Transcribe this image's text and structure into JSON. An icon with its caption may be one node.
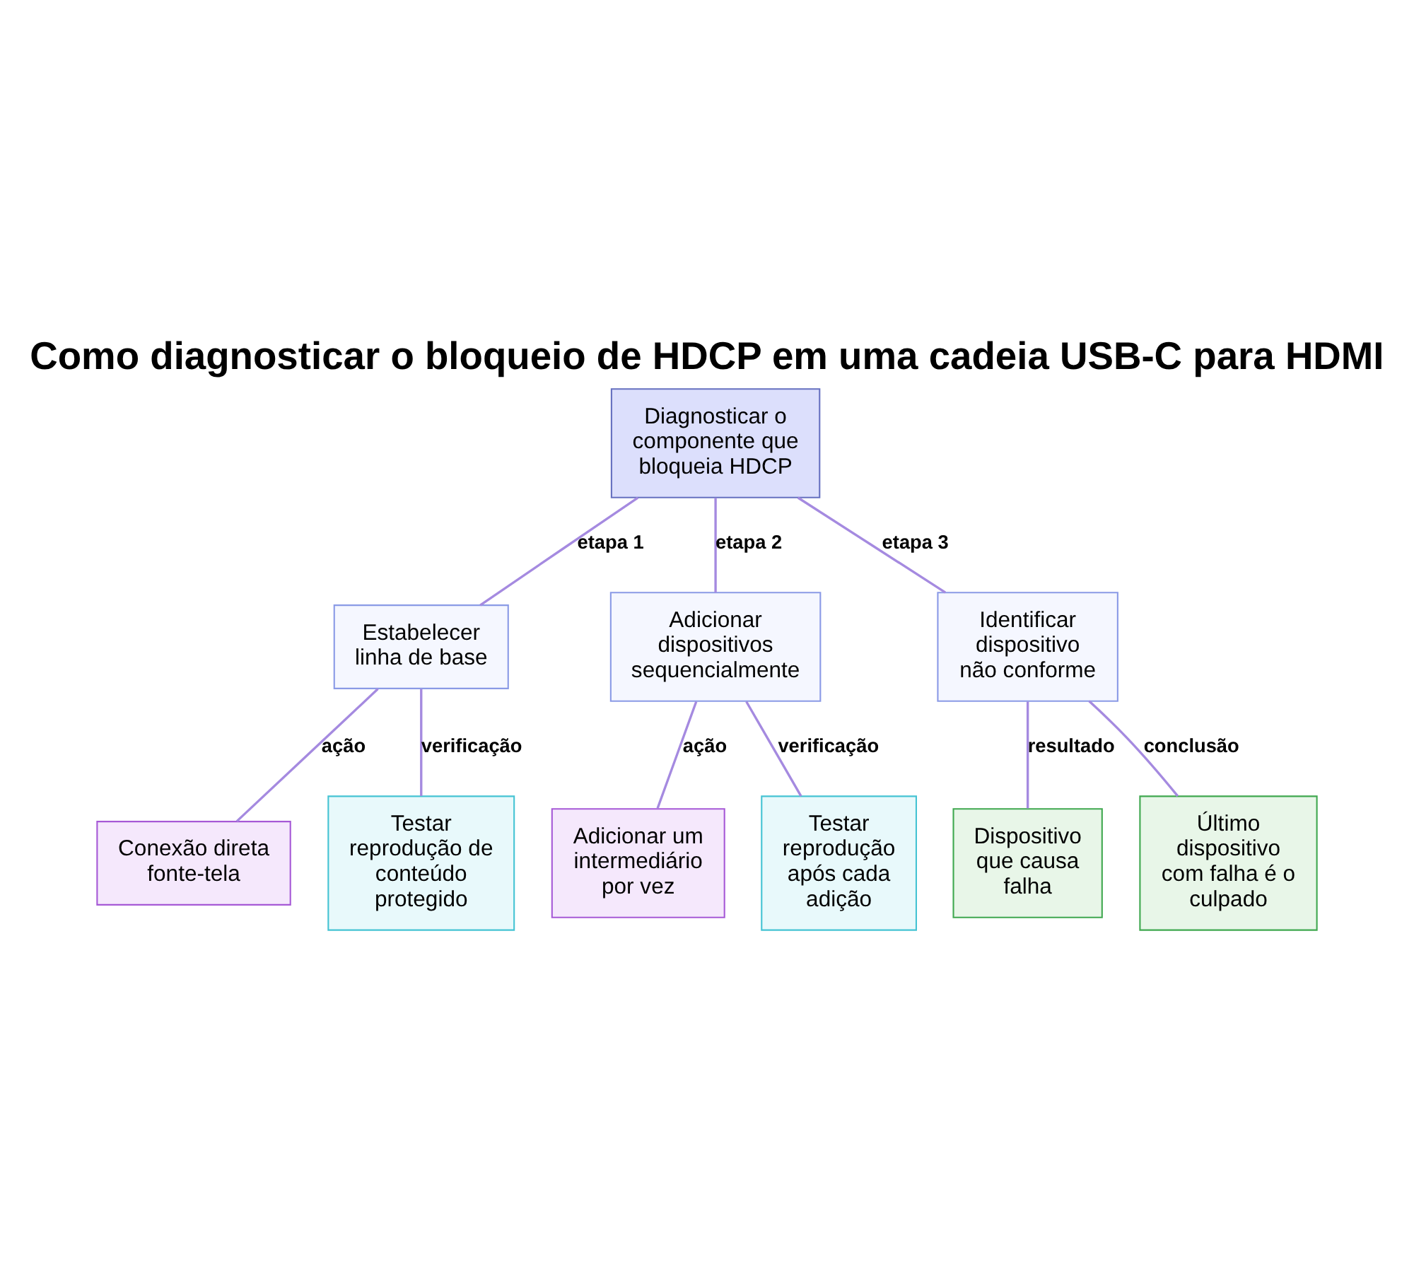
{
  "diagram": {
    "title": "Como diagnosticar o bloqueio de HDCP em uma cadeia USB-C para HDMI",
    "nodes": [
      {
        "text": [
          "Diagnosticar o componente que bloqueia HDCP"
        ]
      },
      {
        "text": [
          "Estabelecer linha de base"
        ]
      },
      {
        "text": [
          "Adicionar dispositivos sequencialmente"
        ]
      },
      {
        "text": [
          "Identificar dispositivo não conforme"
        ]
      },
      {
        "text": [
          "Conexão direta fonte-tela"
        ]
      },
      {
        "text": [
          "Testar reprodução de conteúdo protegido"
        ]
      },
      {
        "text": [
          "Adicionar um intermediário por vez"
        ]
      },
      {
        "text": [
          "Testar reprodução após cada adição"
        ]
      },
      {
        "text": [
          "Dispositivo que causa falha"
        ]
      },
      {
        "text": [
          "Último dispositivo com falha é o culpado"
        ]
      }
    ],
    "edges": [
      {
        "from": 0,
        "to": 1,
        "arrow": "none",
        "label": "etapa 1"
      },
      {
        "from": 0,
        "to": 2,
        "arrow": "none",
        "label": "etapa 2"
      },
      {
        "from": 0,
        "to": 3,
        "arrow": "none",
        "label": "etapa 3"
      },
      {
        "from": 1,
        "to": 4,
        "arrow": "none",
        "label": "ação"
      },
      {
        "from": 1,
        "to": 5,
        "arrow": "none",
        "label": "verificação"
      },
      {
        "from": 2,
        "to": 6,
        "arrow": "none",
        "label": "ação"
      },
      {
        "from": 2,
        "to": 7,
        "arrow": "none",
        "label": "verificação"
      },
      {
        "from": 3,
        "to": 8,
        "arrow": "none",
        "label": "resultado"
      },
      {
        "from": 3,
        "to": 9,
        "arrow": "none",
        "label": "conclusão"
      }
    ]
  }
}
